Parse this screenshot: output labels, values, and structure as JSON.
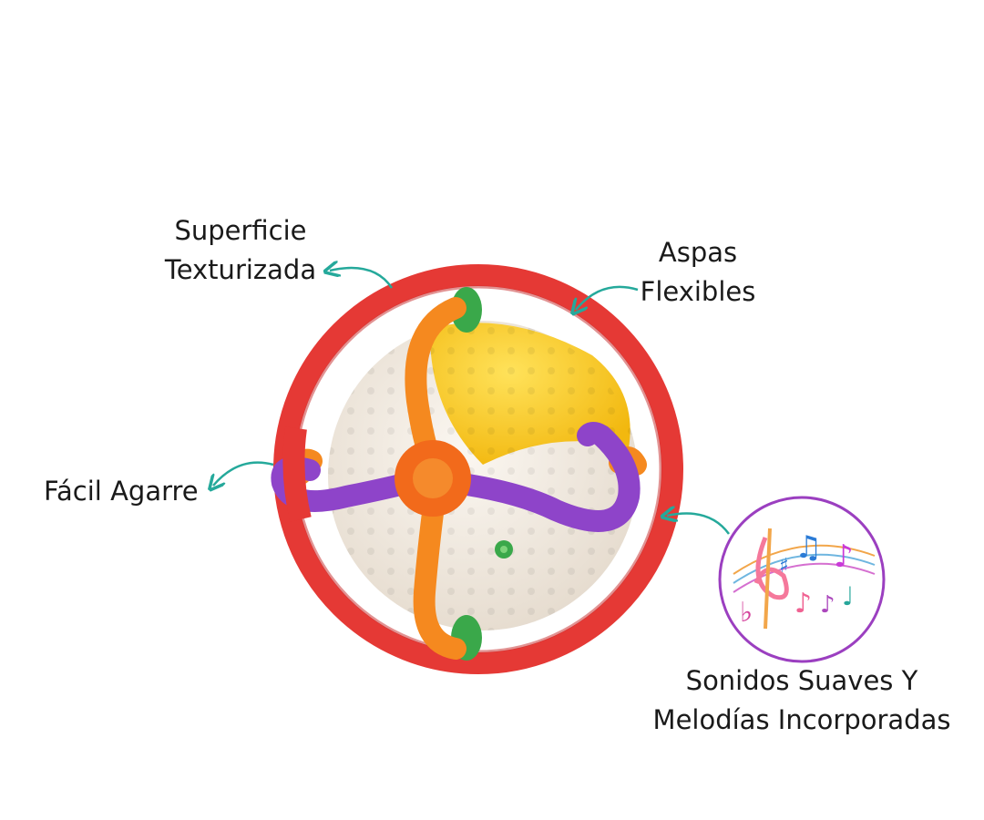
{
  "labels": {
    "textured_surface": [
      "Superficie",
      "Texturizada"
    ],
    "flexible_blades": [
      "Aspas",
      "Flexibles"
    ],
    "easy_grip": "Fácil Agarre",
    "sounds": [
      "Sonidos Suaves Y",
      "Melodías Incorporadas"
    ]
  },
  "colors": {
    "ring": "#e53935",
    "arms_orange": "#f5891f",
    "arms_purple": "#8e44c9",
    "ball_cream": "#f4ede4",
    "ball_yellow": "#f6c91c",
    "hub": "#f26a1b",
    "accent_green": "#3aa84a",
    "arrow_teal": "#25a99b",
    "music_circle_border": "#9b3fc0"
  },
  "icons": [
    "arrow-icon",
    "music-notes-icon"
  ]
}
